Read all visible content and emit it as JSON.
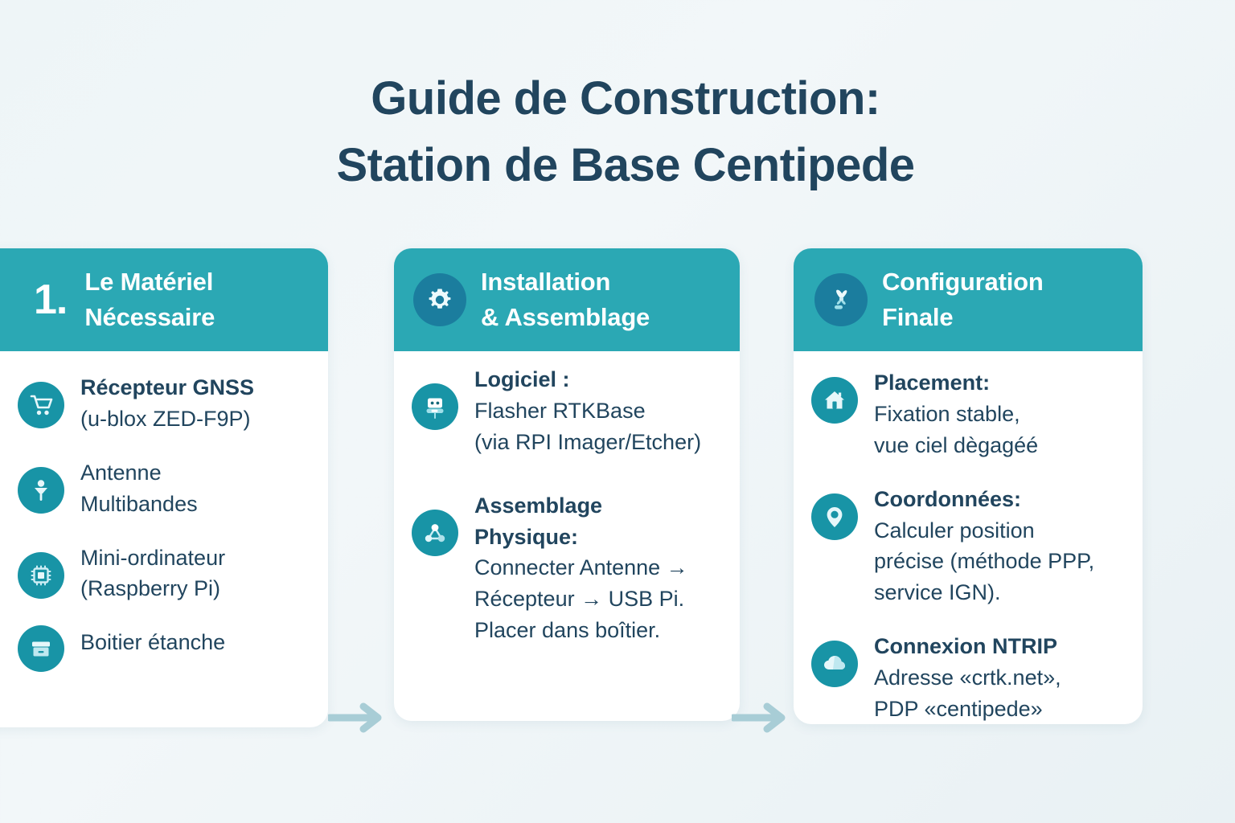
{
  "page": {
    "background_color": "#eef5f7",
    "title_lines": [
      "Guide de Construction:",
      "Station de Base Centipede"
    ],
    "title_color": "#21455e"
  },
  "theme": {
    "header_teal": "#2ba8b4",
    "item_icon_teal": "#1894a6",
    "header_icon_blue": "#1b7d9e",
    "card_white": "#ffffff",
    "text_navy": "#21455e",
    "arrow_color": "#a8cdd6"
  },
  "columns": [
    {
      "number": "1.",
      "header_icon": null,
      "title_lines": [
        "Le Matériel",
        "Nécessaire"
      ],
      "items": [
        {
          "icon": "shopping-cart-icon",
          "strong": "Récepteur GNSS",
          "normal": "(u-blox ZED-F9P)"
        },
        {
          "icon": "antenna-icon",
          "strong": "",
          "normal_lines": [
            "Antenne",
            "Multibandes"
          ]
        },
        {
          "icon": "chip-icon",
          "strong": "",
          "normal_lines": [
            "Mini-ordinateur",
            "(Raspberry Pi)"
          ]
        },
        {
          "icon": "box-icon",
          "strong": "",
          "normal_lines": [
            "Boitier étanche"
          ]
        }
      ]
    },
    {
      "number": null,
      "header_icon": "gear-icon",
      "title_lines": [
        "Installation",
        "& Assemblage"
      ],
      "items": [
        {
          "icon": "robot-flash-icon",
          "strong": "Logiciel :",
          "normal_lines": [
            "Flasher RTKBase",
            "(via RPI Imager/Etcher)"
          ]
        },
        {
          "icon": "network-nodes-icon",
          "strong_lines": [
            "Assemblage",
            "Physique:"
          ],
          "normal_lines": [
            "Connecter Antenne →",
            "Récepteur → USB Pi.",
            "Placer dans boîtier."
          ]
        }
      ]
    },
    {
      "number": null,
      "header_icon": "satellite-icon",
      "title_lines": [
        "Configuration",
        "Finale"
      ],
      "items": [
        {
          "icon": "house-icon",
          "strong": "Placement:",
          "normal_lines": [
            "Fixation stable,",
            "vue ciel dègagéé"
          ]
        },
        {
          "icon": "map-pin-icon",
          "strong": "Coordonnées:",
          "normal_lines": [
            "Calculer position",
            "précise (méthode PPP,",
            "service IGN)."
          ]
        },
        {
          "icon": "cloud-icon",
          "strong": "Connexion NTRIP",
          "normal_lines": [
            "Adresse «crtk.net»,",
            "PDP «centipede»"
          ]
        }
      ]
    }
  ],
  "arrows": [
    {
      "name": "arrow-step1-to-step2",
      "glyph": "→"
    },
    {
      "name": "arrow-step2-to-step3",
      "glyph": "→"
    }
  ]
}
